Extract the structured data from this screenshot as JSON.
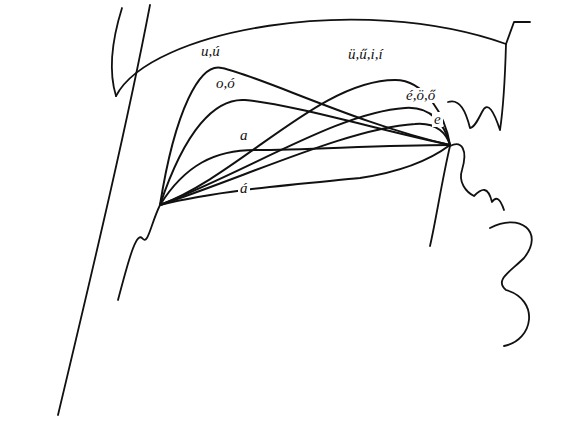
{
  "diagram": {
    "labels": [
      "u,ú",
      "ü,ű,i,í",
      "o,ó",
      "é,ö,ő",
      "a",
      "e",
      "á"
    ]
  }
}
